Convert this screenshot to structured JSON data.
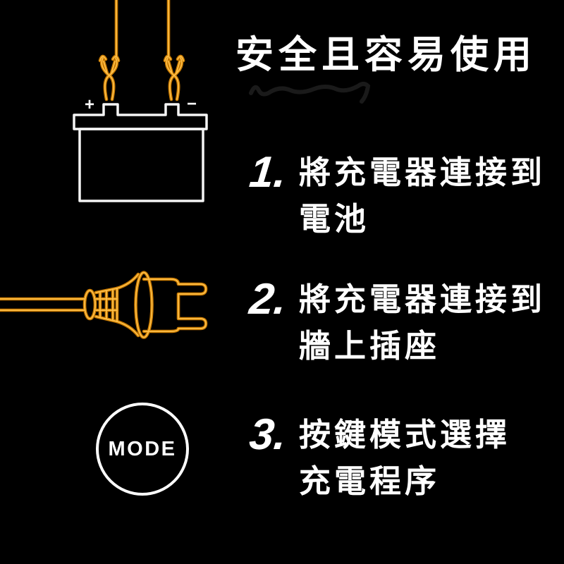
{
  "title": {
    "text": "安全且容易使用"
  },
  "colors": {
    "background": "#000000",
    "text_white": "#FFFFFF",
    "accent_orange": "#F29B0B",
    "accent_orange_bright": "#FFC04A",
    "outline_white": "#F5F5F5"
  },
  "battery_diagram": {
    "plus_label": "+",
    "minus_label": "−"
  },
  "mode_button": {
    "label": "MODE"
  },
  "steps": [
    {
      "number": "1.",
      "line1": "將充電器連接到",
      "line2": "電池"
    },
    {
      "number": "2.",
      "line1": "將充電器連接到",
      "line2": "牆上插座"
    },
    {
      "number": "3.",
      "line1": "按鍵模式選擇",
      "line2": "充電程序"
    }
  ]
}
